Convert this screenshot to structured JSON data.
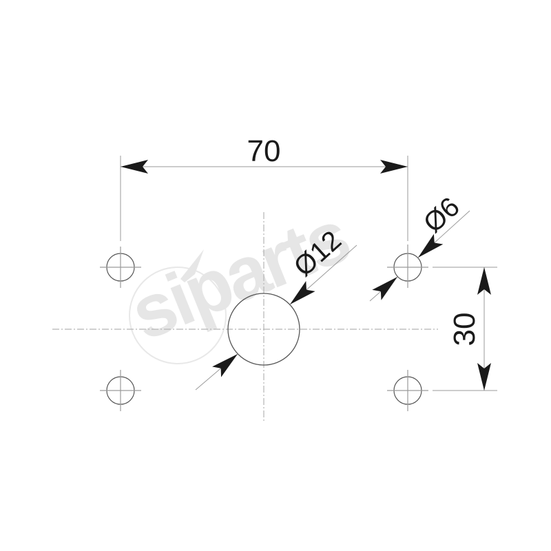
{
  "drawing": {
    "type": "hole pattern technical drawing",
    "units": "mm",
    "watermark": {
      "text": "siparts",
      "color": "#e6e6e6"
    },
    "colors": {
      "line": "#555555",
      "thin_line": "#9a9a9a",
      "centerline": "#b5b5b5",
      "arrow": "#1a1a1a",
      "text": "#1a1a1a",
      "background": "#ffffff"
    },
    "dimensions": {
      "horizontal_spacing": {
        "label": "70",
        "value": 70
      },
      "vertical_spacing": {
        "label": "30",
        "value": 30
      },
      "center_hole_diameter": {
        "label": "Ø12",
        "value": 12
      },
      "corner_hole_diameter": {
        "label": "Ø6",
        "value": 6
      }
    },
    "holes": [
      {
        "name": "corner-hole-top-left",
        "diameter": 6
      },
      {
        "name": "corner-hole-top-right",
        "diameter": 6
      },
      {
        "name": "corner-hole-bottom-left",
        "diameter": 6
      },
      {
        "name": "corner-hole-bottom-right",
        "diameter": 6
      },
      {
        "name": "center-hole",
        "diameter": 12
      }
    ]
  }
}
